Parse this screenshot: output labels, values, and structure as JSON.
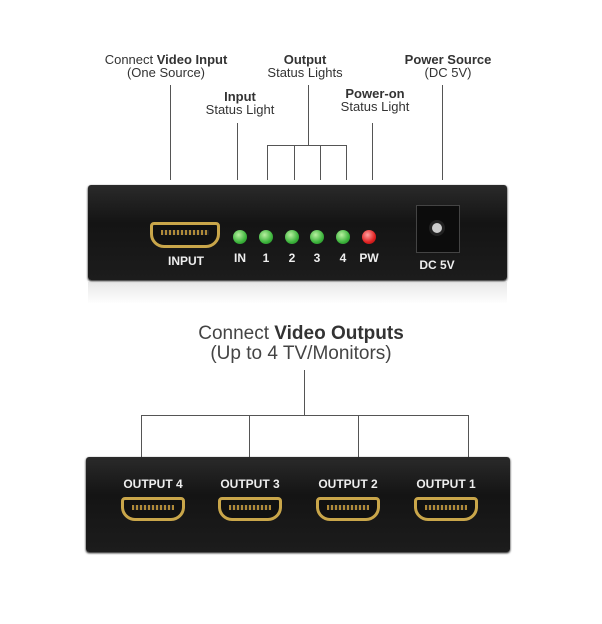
{
  "top_labels": {
    "video_input": {
      "bold": "Video Input",
      "prefix": "Connect ",
      "line2": "(One Source)"
    },
    "input_light": {
      "line1": "Input",
      "line2": "Status Light"
    },
    "output_lights": {
      "line1": "Output",
      "line2": "Status Lights"
    },
    "power_on": {
      "line1": "Power-on",
      "line2": "Status Light"
    },
    "power_source": {
      "line1": "Power Source",
      "line2": "(DC 5V)"
    }
  },
  "front_panel": {
    "input_label": "INPUT",
    "leds": [
      {
        "label": "IN",
        "color": "#3cb43c"
      },
      {
        "label": "1",
        "color": "#3cb43c"
      },
      {
        "label": "2",
        "color": "#3cb43c"
      },
      {
        "label": "3",
        "color": "#3cb43c"
      },
      {
        "label": "4",
        "color": "#3cb43c"
      },
      {
        "label": "PW",
        "color": "#e02020"
      }
    ],
    "dc_label": "DC 5V"
  },
  "middle": {
    "prefix": "Connect ",
    "bold": "Video Outputs",
    "line2": "(Up to 4 TV/Monitors)"
  },
  "back_panel": {
    "outputs": [
      "OUTPUT 4",
      "OUTPUT 3",
      "OUTPUT 2",
      "OUTPUT 1"
    ]
  }
}
